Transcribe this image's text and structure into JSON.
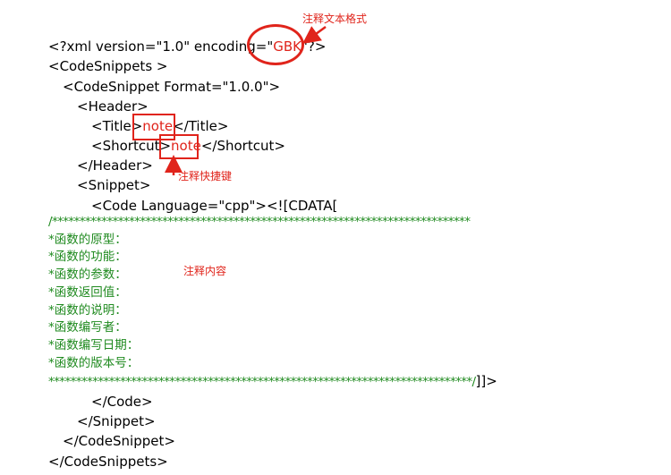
{
  "annotations": {
    "encoding_note": "注释文本格式",
    "shortcut_note": "注释快捷键",
    "content_note": "注释内容"
  },
  "xml": {
    "declaration_prefix": "<?xml version=\"1.0\" encoding=\"",
    "encoding_value": "GBK",
    "declaration_suffix": "\"?>",
    "code_snippets_open": "<CodeSnippets >",
    "code_snippet_open": "<CodeSnippet Format=\"1.0.0\">",
    "header_open": "<Header>",
    "title_open": "<Title>",
    "title_value": "note",
    "title_close": "</Title>",
    "shortcut_open": "<Shortcut>",
    "shortcut_value": "note",
    "shortcut_close": "</Shortcut>",
    "header_close": "</Header>",
    "snippet_open": "<Snippet>",
    "code_open": "<Code Language=\"cpp\"><![CDATA[",
    "comment_top": "/****************************************************************************",
    "comment_lines": [
      "*函数的原型：",
      "*函数的功能：",
      "*函数的参数：",
      "*函数返回值：",
      "*函数的说明：",
      "*函数编写者：",
      "*函数编写日期：",
      "*函数的版本号："
    ],
    "comment_bottom": "*****************************************************************************/",
    "cdata_close": "]]>",
    "code_close": "</Code>",
    "snippet_close": "</Snippet>",
    "code_snippet_close": "</CodeSnippet>",
    "code_snippets_close": "</CodeSnippets>"
  }
}
